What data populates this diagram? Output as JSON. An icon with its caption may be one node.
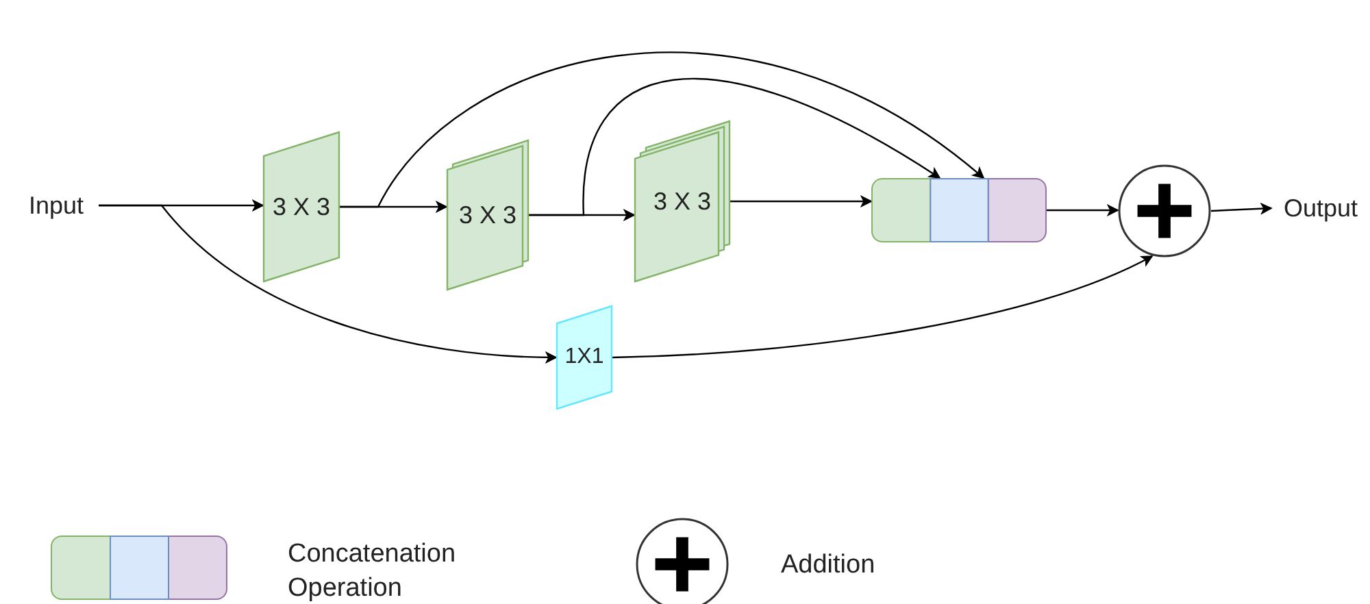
{
  "diagram": {
    "nodes": [
      {
        "text": [
          "Input"
        ]
      },
      {
        "text": [
          "3 X 3"
        ]
      },
      {
        "text": [
          "3 X 3"
        ]
      },
      {
        "text": [
          "3 X 3"
        ]
      },
      {
        "text": [
          "1X1"
        ]
      },
      {
        "text": [],
        "shape": "box"
      },
      {
        "text": [],
        "shape": "circle"
      },
      {
        "text": [
          "Output"
        ]
      }
    ],
    "edges": [
      {
        "from": 0,
        "to": 1,
        "arrow": "to"
      },
      {
        "from": 0,
        "to": 4,
        "arrow": "to"
      },
      {
        "from": 1,
        "to": 2,
        "arrow": "to"
      },
      {
        "from": 1,
        "to": 5,
        "arrow": "to"
      },
      {
        "from": 2,
        "to": 3,
        "arrow": "to"
      },
      {
        "from": 2,
        "to": 5,
        "arrow": "to"
      },
      {
        "from": 3,
        "to": 5,
        "arrow": "to"
      },
      {
        "from": 5,
        "to": 6,
        "arrow": "to"
      },
      {
        "from": 4,
        "to": 6,
        "arrow": "to"
      },
      {
        "from": 6,
        "to": 7,
        "arrow": "to"
      }
    ],
    "legend": [
      {
        "text": "Concatenation Operation"
      },
      {
        "text": "Addition"
      }
    ]
  }
}
